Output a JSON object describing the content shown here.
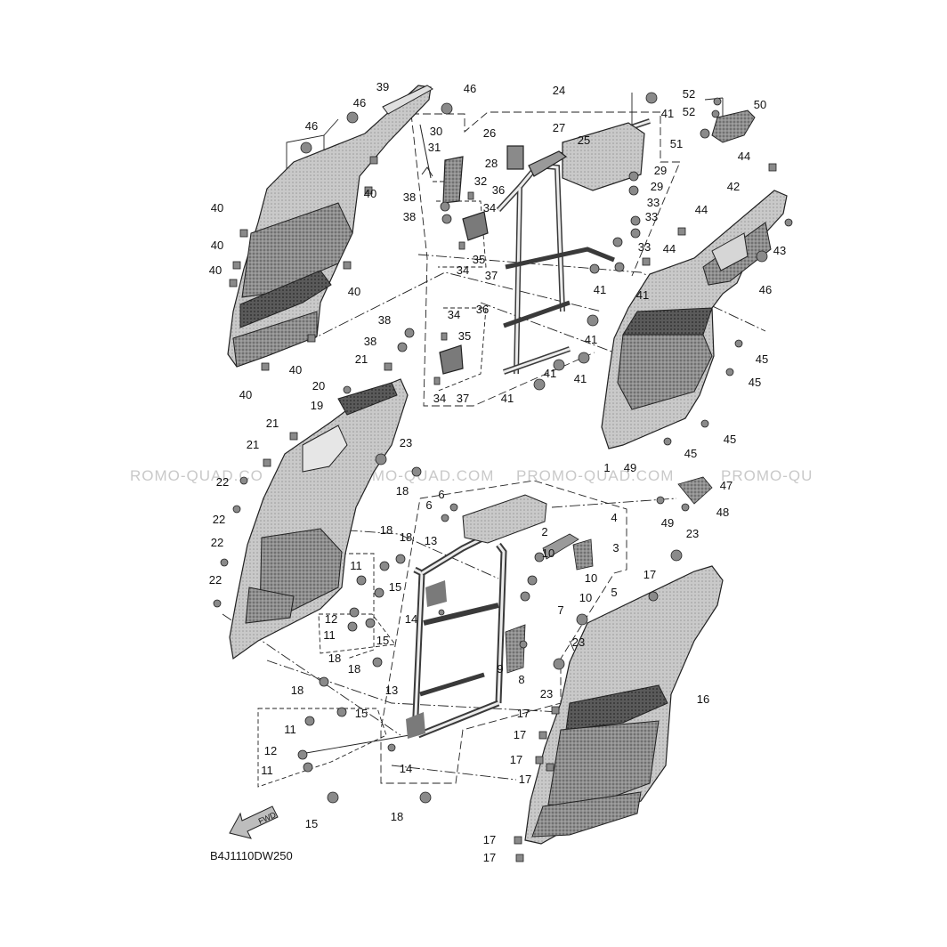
{
  "diagram_code": "B4J1110DW250",
  "fwd_label": "FWD",
  "watermark": [
    "ROMO-QUAD.CO",
    "PROMO-QUAD.COM",
    "PROMO-QUAD.COM",
    "PROMO-QU"
  ],
  "callouts": {
    "c1": "1",
    "c2": "2",
    "c3": "3",
    "c4": "4",
    "c5": "5",
    "c6a": "6",
    "c6b": "6",
    "c7": "7",
    "c8": "8",
    "c9": "9",
    "c10a": "10",
    "c10b": "10",
    "c10c": "10",
    "c11a": "11",
    "c11b": "11",
    "c11c": "11",
    "c11d": "11",
    "c12a": "12",
    "c12b": "12",
    "c13a": "13",
    "c13b": "13",
    "c14a": "14",
    "c14b": "14",
    "c15a": "15",
    "c15b": "15",
    "c15c": "15",
    "c15d": "15",
    "c16": "16",
    "c17a": "17",
    "c17b": "17",
    "c17c": "17",
    "c17d": "17",
    "c17e": "17",
    "c17f": "17",
    "c17g": "17",
    "c18a": "18",
    "c18b": "18",
    "c18c": "18",
    "c18d": "18",
    "c18e": "18",
    "c18f": "18",
    "c18g": "18",
    "c19": "19",
    "c20": "20",
    "c21a": "21",
    "c21b": "21",
    "c21c": "21",
    "c22a": "22",
    "c22b": "22",
    "c22c": "22",
    "c22d": "22",
    "c23a": "23",
    "c23b": "23",
    "c23c": "23",
    "c23d": "23",
    "c24": "24",
    "c25": "25",
    "c26": "26",
    "c27": "27",
    "c28": "28",
    "c29a": "29",
    "c29b": "29",
    "c30": "30",
    "c31": "31",
    "c32": "32",
    "c33a": "33",
    "c33b": "33",
    "c33c": "33",
    "c34a": "34",
    "c34b": "34",
    "c34c": "34",
    "c34d": "34",
    "c35a": "35",
    "c35b": "35",
    "c36a": "36",
    "c36b": "36",
    "c37a": "37",
    "c37b": "37",
    "c38a": "38",
    "c38b": "38",
    "c38c": "38",
    "c38d": "38",
    "c39": "39",
    "c40a": "40",
    "c40b": "40",
    "c40c": "40",
    "c40d": "40",
    "c40e": "40",
    "c40f": "40",
    "c40g": "40",
    "c41a": "41",
    "c41b": "41",
    "c41c": "41",
    "c41d": "41",
    "c41e": "41",
    "c41f": "41",
    "c41g": "41",
    "c42": "42",
    "c43": "43",
    "c44a": "44",
    "c44b": "44",
    "c44c": "44",
    "c45a": "45",
    "c45b": "45",
    "c45c": "45",
    "c45d": "45",
    "c46a": "46",
    "c46b": "46",
    "c46c": "46",
    "c46d": "46",
    "c47": "47",
    "c48": "48",
    "c49a": "49",
    "c49b": "49",
    "c50": "50",
    "c51": "51",
    "c52a": "52",
    "c52b": "52"
  }
}
